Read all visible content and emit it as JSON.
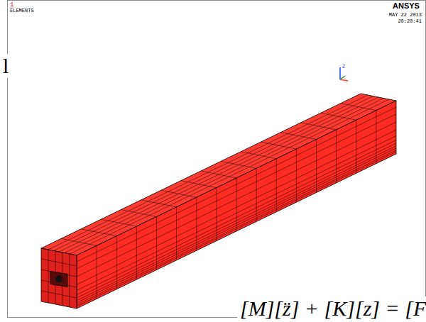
{
  "diagram": {
    "labels": [
      "1",
      "ELEMENTS",
      "ANSYS",
      "MAY 22 2013",
      "20:20:41",
      "Z",
      "l",
      "[M][z̈] + [K][z] = [F"
    ]
  }
}
